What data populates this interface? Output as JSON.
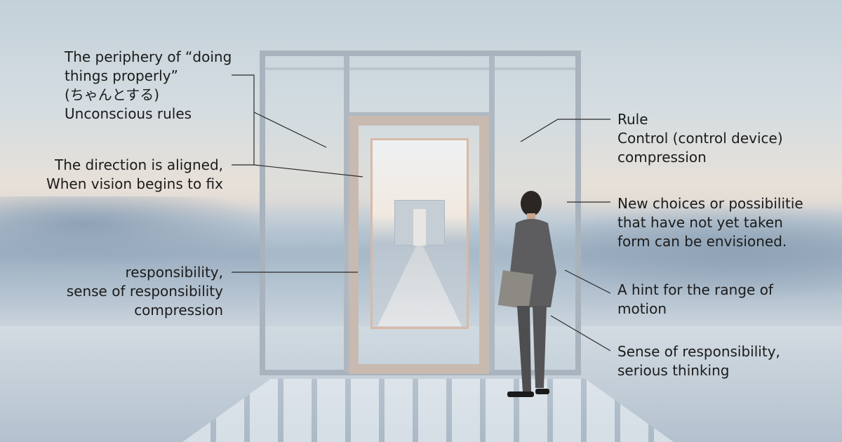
{
  "left_labels": [
    {
      "lines": [
        "The periphery of “doing",
        "things properly”",
        "(ちゃんとする)",
        "Unconscious rules"
      ]
    },
    {
      "lines": [
        "The direction is aligned,",
        "When vision begins to fix"
      ]
    },
    {
      "lines": [
        "responsibility,",
        "sense of responsibility",
        "compression"
      ]
    }
  ],
  "right_labels": [
    {
      "lines": [
        "Rule",
        "Control (control device)",
        "compression"
      ]
    },
    {
      "lines": [
        "New choices or possibilitie",
        "that have not yet taken",
        "form can be envisioned."
      ]
    },
    {
      "lines": [
        "A hint for the range of",
        "motion"
      ]
    },
    {
      "lines": [
        "Sense of responsibility,",
        "serious thinking"
      ]
    }
  ],
  "colors": {
    "leader": "#2a2a2a",
    "frame": "#a9b3bd",
    "door": "#c8bab0"
  }
}
